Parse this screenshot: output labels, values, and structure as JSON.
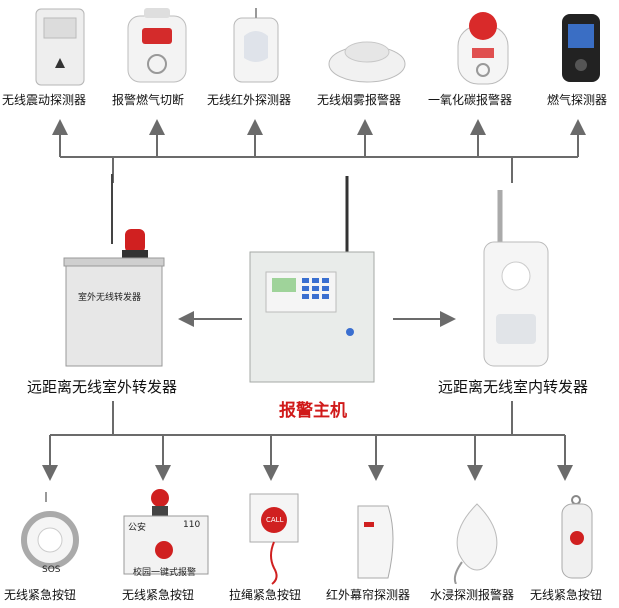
{
  "top_devices": [
    {
      "label": "无线震动探测器",
      "icon": "vibration-detector-icon"
    },
    {
      "label": "报警燃气切断",
      "icon": "gas-shutoff-alarm-icon"
    },
    {
      "label": "无线红外探测器",
      "icon": "pir-detector-icon"
    },
    {
      "label": "无线烟雾报警器",
      "icon": "smoke-alarm-icon"
    },
    {
      "label": "一氧化碳报警器",
      "icon": "co-alarm-icon"
    },
    {
      "label": "燃气探测器",
      "icon": "gas-detector-icon"
    }
  ],
  "outdoor_repeater": {
    "label": "远距离无线室外转发器",
    "box_text": "室外无线转发器"
  },
  "alarm_host": {
    "label": "报警主机"
  },
  "indoor_repeater": {
    "label": "远距离无线室内转发器"
  },
  "bottom_devices": [
    {
      "label": "无线紧急按钮",
      "icon": "emergency-pendant-icon",
      "text": "SOS"
    },
    {
      "label": "无线紧急按钮",
      "icon": "emergency-alarm-box-icon",
      "text": "公安",
      "text2": "110",
      "text3": "校园一键式报警"
    },
    {
      "label": "拉绳紧急按钮",
      "icon": "pull-cord-button-icon",
      "text": "CALL"
    },
    {
      "label": "红外幕帘探测器",
      "icon": "curtain-detector-icon"
    },
    {
      "label": "水浸探测报警器",
      "icon": "water-leak-detector-icon"
    },
    {
      "label": "无线紧急按钮",
      "icon": "emergency-remote-icon"
    }
  ],
  "colors": {
    "wire": "#6b6b6b",
    "accent_red": "#d01a1a",
    "host_panel": "#e9ecea",
    "keypad": "#3a6fd0",
    "screen": "#9fd39a"
  }
}
